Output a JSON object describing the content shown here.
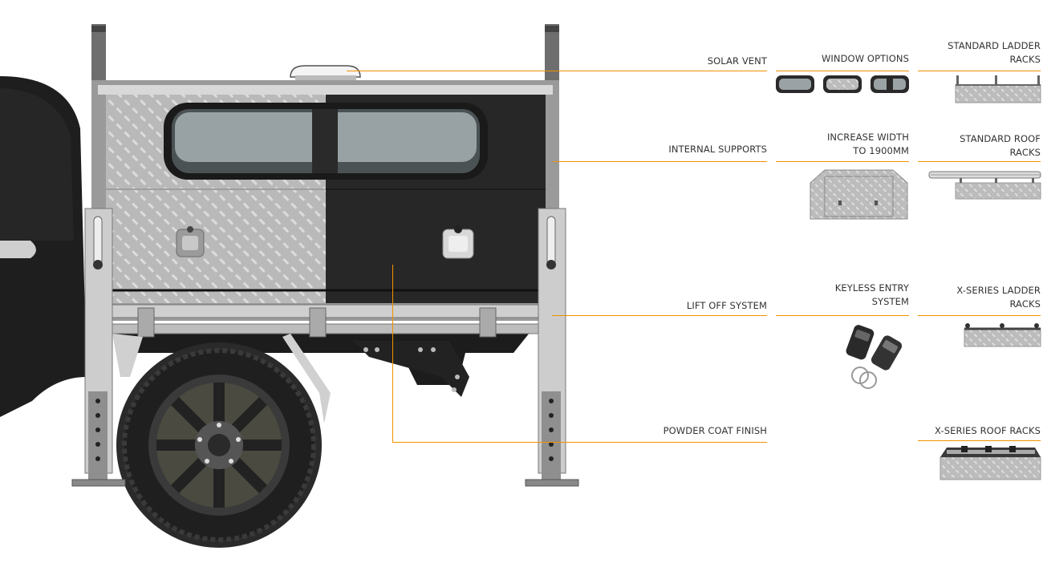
{
  "callouts": {
    "solar_vent": "SOLAR VENT",
    "internal_supports": "INTERNAL SUPPORTS",
    "lift_off_system": "LIFT OFF SYSTEM",
    "powder_coat_finish": "POWDER COAT FINISH"
  },
  "options": {
    "window_options": "WINDOW OPTIONS",
    "increase_width": "INCREASE WIDTH TO 1900MM",
    "keyless_entry": "KEYLESS ENTRY SYSTEM"
  },
  "racks": {
    "standard_ladder": "STANDARD LADDER RACKS",
    "standard_roof": "STANDARD ROOF RACKS",
    "xseries_ladder": "X-SERIES LADDER RACKS",
    "xseries_roof": "X-SERIES ROOF RACKS"
  },
  "colors": {
    "accent": "#f39200",
    "body": "#2a2a2a",
    "frame": "#c8c8c8"
  }
}
